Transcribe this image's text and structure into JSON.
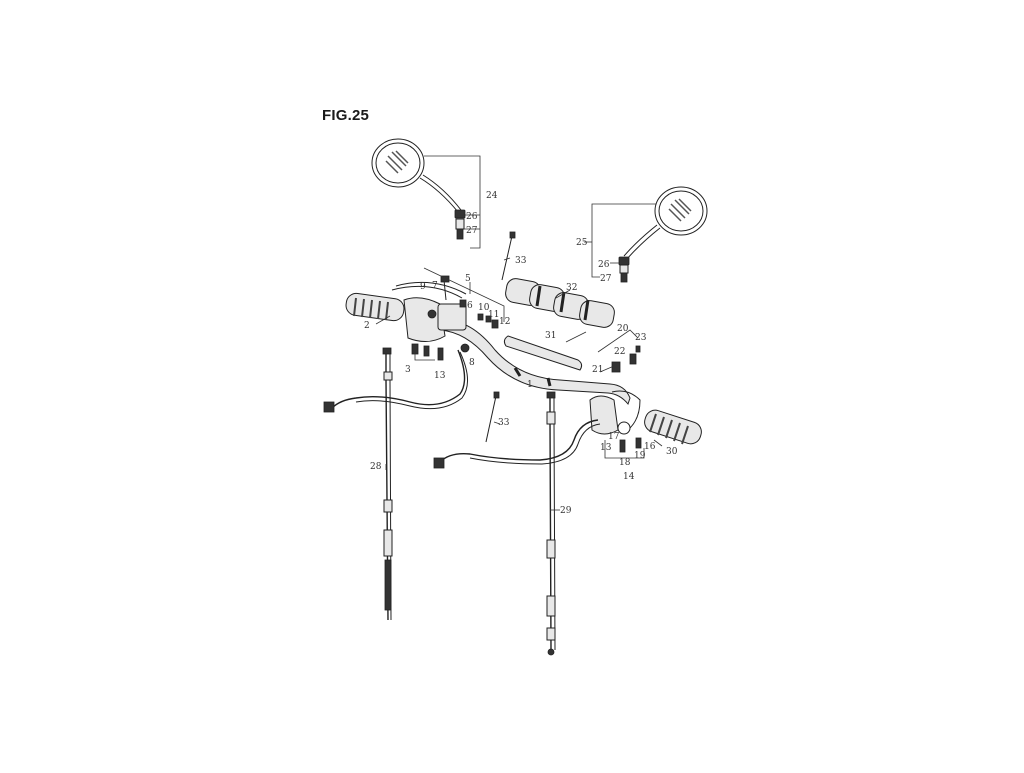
{
  "figure": {
    "title": "FIG.25"
  },
  "callouts": [
    {
      "id": "c1",
      "label": "1"
    },
    {
      "id": "c2",
      "label": "2"
    },
    {
      "id": "c3",
      "label": "3"
    },
    {
      "id": "c5",
      "label": "5"
    },
    {
      "id": "c6",
      "label": "6"
    },
    {
      "id": "c7",
      "label": "7"
    },
    {
      "id": "c8",
      "label": "8"
    },
    {
      "id": "c9",
      "label": "9"
    },
    {
      "id": "c10",
      "label": "10"
    },
    {
      "id": "c11",
      "label": "11"
    },
    {
      "id": "c12",
      "label": "12"
    },
    {
      "id": "c13a",
      "label": "13"
    },
    {
      "id": "c13b",
      "label": "13"
    },
    {
      "id": "c14",
      "label": "14"
    },
    {
      "id": "c16",
      "label": "16"
    },
    {
      "id": "c17",
      "label": "17"
    },
    {
      "id": "c18",
      "label": "18"
    },
    {
      "id": "c19",
      "label": "19"
    },
    {
      "id": "c20",
      "label": "20"
    },
    {
      "id": "c21",
      "label": "21"
    },
    {
      "id": "c22",
      "label": "22"
    },
    {
      "id": "c23",
      "label": "23"
    },
    {
      "id": "c24",
      "label": "24"
    },
    {
      "id": "c25",
      "label": "25"
    },
    {
      "id": "c26a",
      "label": "26"
    },
    {
      "id": "c26b",
      "label": "26"
    },
    {
      "id": "c27a",
      "label": "27"
    },
    {
      "id": "c27b",
      "label": "27"
    },
    {
      "id": "c28",
      "label": "28"
    },
    {
      "id": "c29",
      "label": "29"
    },
    {
      "id": "c30",
      "label": "30"
    },
    {
      "id": "c31",
      "label": "31"
    },
    {
      "id": "c32",
      "label": "32"
    },
    {
      "id": "c33a",
      "label": "33"
    },
    {
      "id": "c33b",
      "label": "33"
    }
  ]
}
